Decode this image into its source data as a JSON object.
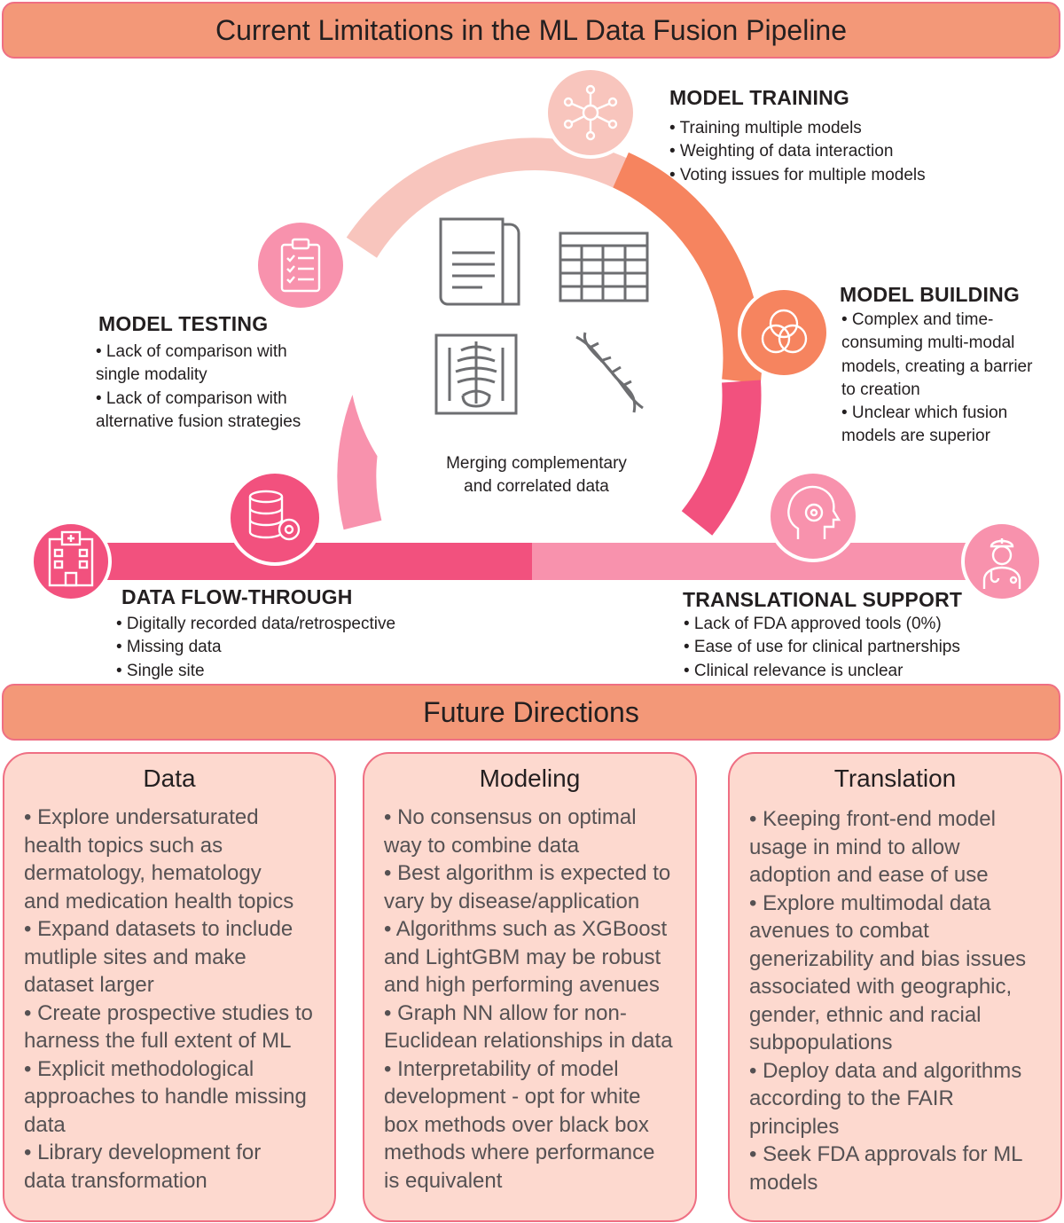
{
  "header": {
    "title": "Current Limitations in the ML Data Fusion Pipeline"
  },
  "center": {
    "caption_line1": "Merging complementary",
    "caption_line2": "and correlated data"
  },
  "stages": {
    "model_training": {
      "title": "MODEL TRAINING",
      "icon": "network-nodes-icon",
      "items": [
        "• Training multiple models",
        "• Weighting of data interaction",
        "• Voting issues for multiple models"
      ]
    },
    "model_building": {
      "title": "MODEL BUILDING",
      "icon": "venn-circles-icon",
      "lines": [
        "• Complex and time-",
        "consuming multi-modal",
        "models, creating a barrier",
        "to creation",
        "• Unclear which fusion",
        "models are superior"
      ]
    },
    "model_testing": {
      "title": "MODEL TESTING",
      "icon": "clipboard-checklist-icon",
      "lines": [
        "• Lack of comparison with",
        "single modality",
        "• Lack of comparison with",
        "alternative fusion strategies"
      ]
    },
    "data_flow": {
      "title": "DATA FLOW-THROUGH",
      "icon": "database-gear-icon",
      "items": [
        "• Digitally recorded data/retrospective",
        "• Missing data",
        "• Single site"
      ]
    },
    "translational_support": {
      "title": "TRANSLATIONAL SUPPORT",
      "icon": "head-gear-icon",
      "items": [
        "• Lack of FDA approved tools (0%)",
        "• Ease of use for clinical partnerships",
        "• Clinical relevance is unclear"
      ]
    }
  },
  "icons": {
    "start": "hospital-icon",
    "end": "doctor-icon",
    "center": [
      "document-icon",
      "spreadsheet-icon",
      "xray-skeleton-icon",
      "dna-icon"
    ]
  },
  "future": {
    "title": "Future Directions",
    "data": {
      "title": "Data",
      "lines": [
        "• Explore undersaturated",
        "health topics such as",
        "dermatology, hematology",
        "and medication health topics",
        "• Expand datasets to include",
        "mutliple sites and make",
        "dataset larger",
        "• Create prospective studies to",
        "harness the full extent of ML",
        "• Explicit methodological",
        "approaches to handle missing",
        "data",
        "• Library development for",
        "data transformation"
      ]
    },
    "modeling": {
      "title": "Modeling",
      "lines": [
        "• No consensus on optimal",
        "way to combine data",
        "• Best algorithm is expected to",
        "vary by disease/application",
        "• Algorithms such as XGBoost",
        "and LightGBM may be robust",
        "and high performing avenues",
        "• Graph NN allow for non-",
        "Euclidean relationships in data",
        "• Interpretability of model",
        "development - opt for white",
        "box methods over black box",
        "methods where performance",
        "is equivalent"
      ]
    },
    "translation": {
      "title": "Translation",
      "lines": [
        "• Keeping front-end model",
        "usage in mind to allow",
        "adoption and ease of use",
        "• Explore multimodal data",
        "avenues to combat",
        "generizability and bias issues",
        "associated with geographic,",
        "gender, ethnic and racial",
        "subpopulations",
        "• Deploy data and algorithms",
        "according to the FAIR",
        "principles",
        "• Seek FDA approvals for ML",
        "models"
      ]
    }
  },
  "colors": {
    "banner": "#f39878",
    "border": "#ef6f83",
    "card": "#fdd9cf",
    "ring_dark": "#f2517e",
    "ring_pink": "#f892ad",
    "ring_light": "#f8c5bd",
    "ring_orange": "#f6845f"
  }
}
